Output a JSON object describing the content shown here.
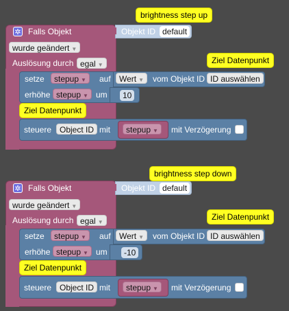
{
  "groups": [
    {
      "comment": "brightness step up",
      "trigger_title": "Falls Objekt",
      "object_id_label": "Objekt ID",
      "object_id_value": "default",
      "condition": "wurde geändert",
      "trigger_label": "Auslösung durch",
      "trigger_value": "egal",
      "set_label": "setze",
      "set_var": "stepup",
      "on_label": "auf",
      "value_dropdown": "Wert",
      "from_object_label": "vom Objekt ID",
      "select_id": "ID auswählen",
      "inc_label": "erhöhe",
      "inc_var": "stepup",
      "by_label": "um",
      "amount": "10",
      "comment_target1": "Ziel Datenpunkt",
      "comment_target2": "Ziel Datenpunkt",
      "control_label": "steuere",
      "control_object": "Object ID",
      "with_label": "mit",
      "control_var": "stepup",
      "delay_label": "mit Verzögerung"
    },
    {
      "comment": "brightness step down",
      "trigger_title": "Falls Objekt",
      "object_id_label": "Objekt ID",
      "object_id_value": "default",
      "condition": "wurde geändert",
      "trigger_label": "Auslösung durch",
      "trigger_value": "egal",
      "set_label": "setze",
      "set_var": "stepup",
      "on_label": "auf",
      "value_dropdown": "Wert",
      "from_object_label": "vom Objekt ID",
      "select_id": "ID auswählen",
      "inc_label": "erhöhe",
      "inc_var": "stepup",
      "by_label": "um",
      "amount": "-10",
      "comment_target1": "Ziel Datenpunkt",
      "comment_target2": "Ziel Datenpunkt",
      "control_label": "steuere",
      "control_object": "Object ID",
      "with_label": "mit",
      "control_var": "stepup",
      "delay_label": "mit Verzögerung"
    }
  ],
  "colors": {
    "background": "#4a4a4a",
    "event": "#a5577a",
    "action": "#5b80a5",
    "comment": "#ffff22",
    "gear": "#6f6fe0"
  },
  "icons": {
    "settings": "gear-icon",
    "dropdown": "dropdown-arrow-icon"
  }
}
